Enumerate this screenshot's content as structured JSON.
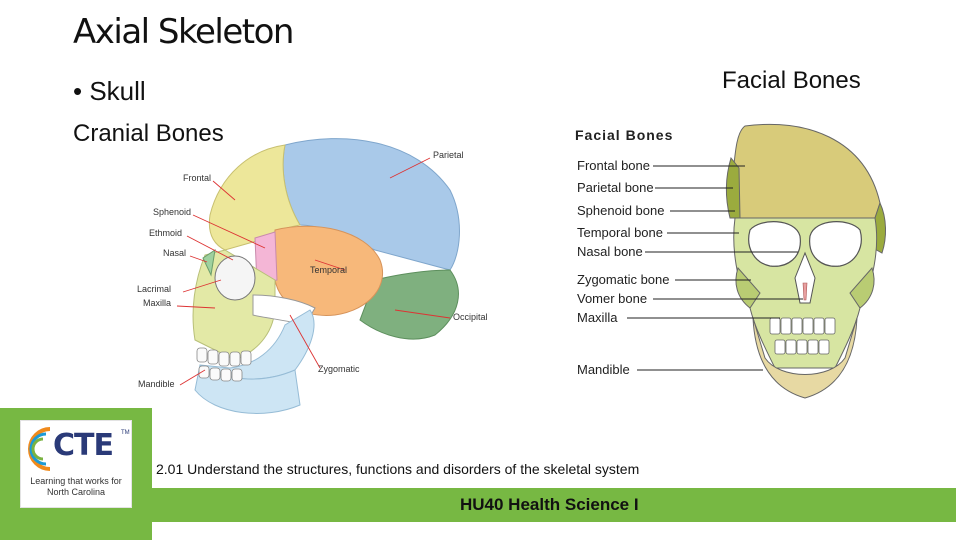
{
  "slide": {
    "title": "Axial Skeleton",
    "bullet": "• Skull",
    "cranial_heading": "Cranial Bones",
    "facial_heading": "Facial Bones"
  },
  "side_skull_labels": {
    "parietal": "Parietal",
    "frontal": "Frontal",
    "sphenoid": "Sphenoid",
    "ethmoid": "Ethmoid",
    "nasal": "Nasal",
    "temporal": "Temporal",
    "lacrimal": "Lacrimal",
    "maxilla": "Maxilla",
    "occipital": "Occipital",
    "zygomatic": "Zygomatic",
    "mandible": "Mandible"
  },
  "front_skull": {
    "title": "Facial Bones",
    "labels": [
      "Frontal bone",
      "Parietal bone",
      "Sphenoid bone",
      "Temporal bone",
      "Nasal bone",
      "Zygomatic bone",
      "Vomer bone",
      "Maxilla",
      "Mandible"
    ]
  },
  "footer": {
    "objective": "2.01 Understand the structures, functions and disorders of the skeletal system",
    "course": "HU40 Health Science I"
  },
  "logo": {
    "text": "CTE",
    "tm": "TM",
    "tagline": "Learning that works for North Carolina"
  }
}
